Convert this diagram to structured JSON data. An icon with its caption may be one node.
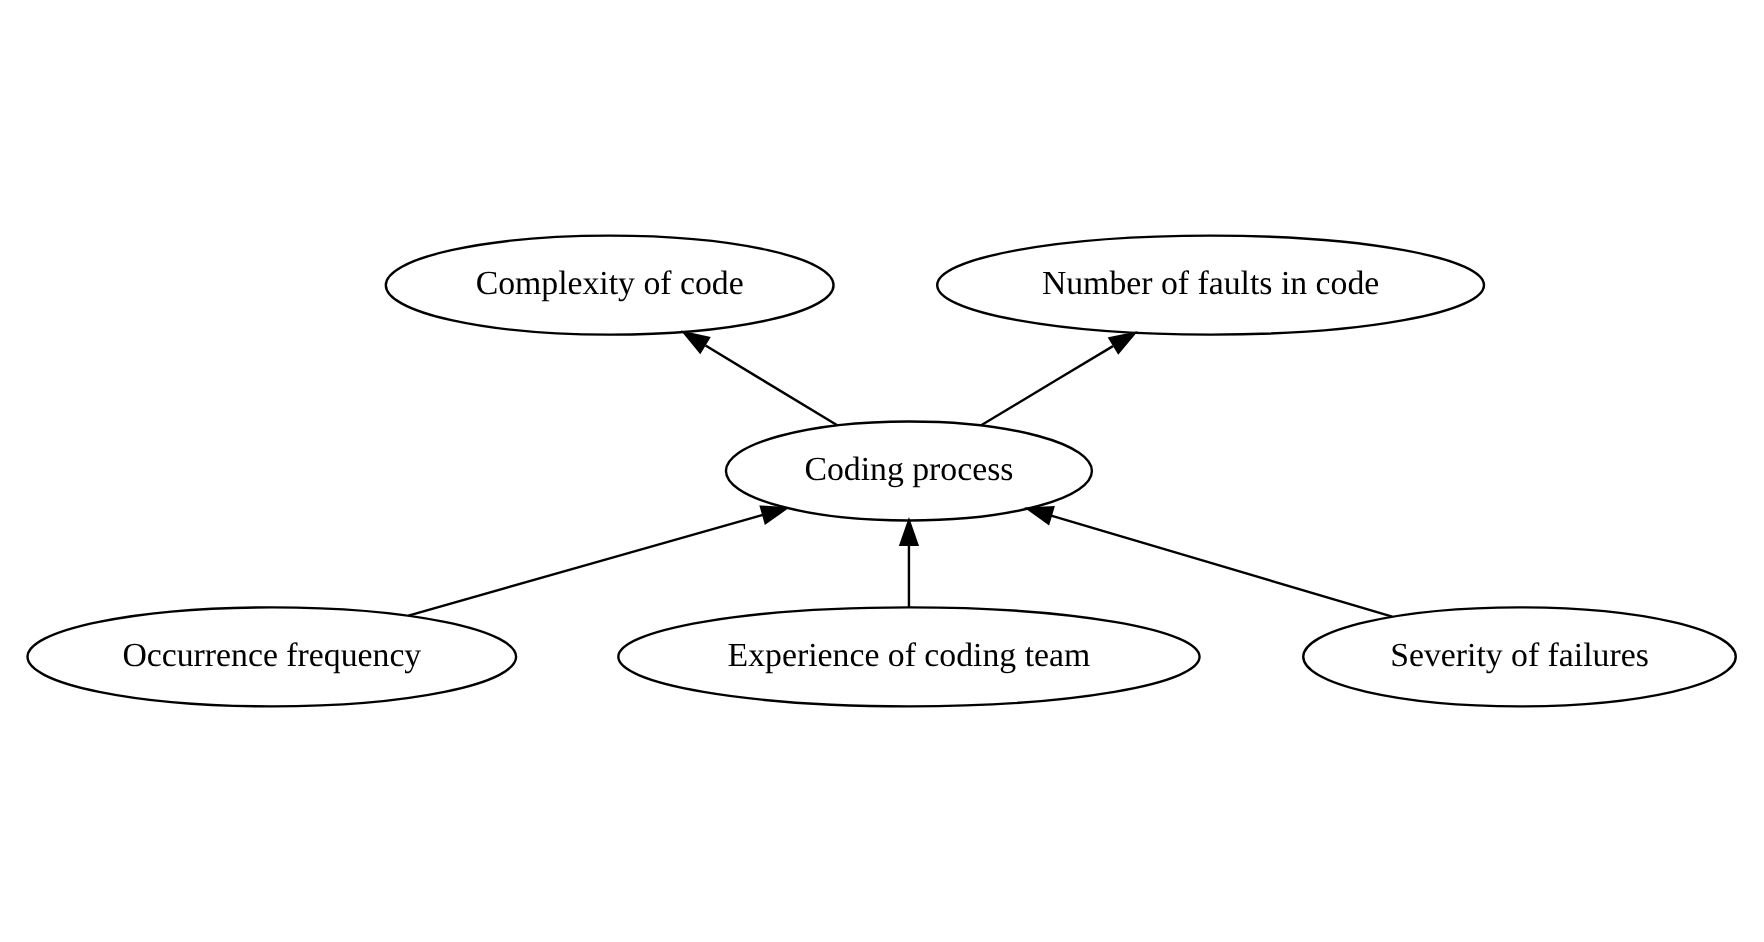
{
  "diagram": {
    "nodes": [
      {
        "text": [
          "Complexity of code"
        ]
      },
      {
        "text": [
          "Number of faults in code"
        ]
      },
      {
        "text": [
          "Coding process"
        ]
      },
      {
        "text": [
          "Occurrence frequency"
        ]
      },
      {
        "text": [
          "Experience of coding team"
        ]
      },
      {
        "text": [
          "Severity of failures"
        ]
      }
    ],
    "edges": [
      {
        "from": 2,
        "to": 0,
        "arrow": "to"
      },
      {
        "from": 2,
        "to": 1,
        "arrow": "to"
      },
      {
        "from": 3,
        "to": 2,
        "arrow": "to"
      },
      {
        "from": 4,
        "to": 2,
        "arrow": "to"
      },
      {
        "from": 5,
        "to": 2,
        "arrow": "to"
      }
    ]
  }
}
